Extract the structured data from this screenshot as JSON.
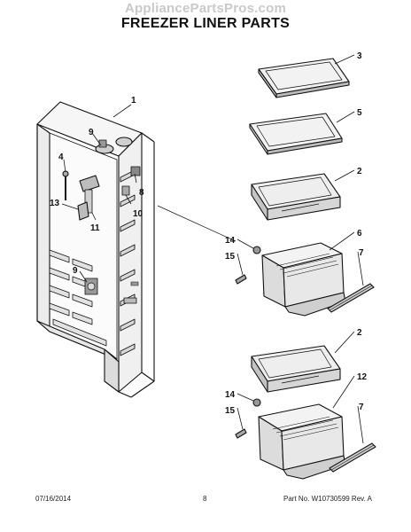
{
  "watermark": "AppliancePartsPros.com",
  "title": "FREEZER LINER PARTS",
  "callouts": {
    "c1": "1",
    "c3": "3",
    "c5": "5",
    "c2a": "2",
    "c2b": "2",
    "c9a": "9",
    "c9b": "9",
    "c4": "4",
    "c8": "8",
    "c10": "10",
    "c13": "13",
    "c11": "11",
    "c6": "6",
    "c7a": "7",
    "c7b": "7",
    "c14a": "14",
    "c14b": "14",
    "c15a": "15",
    "c15b": "15",
    "c12": "12"
  },
  "footer": {
    "date": "07/16/2014",
    "page": "8",
    "part": "Part No. W10730599  Rev. A"
  }
}
